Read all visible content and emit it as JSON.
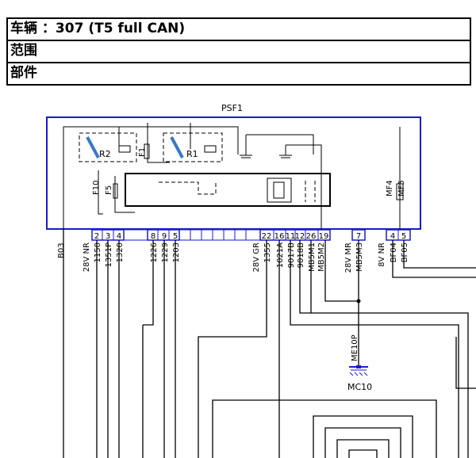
{
  "header": {
    "vehicle": "车辆 ：307 (T5 full CAN)",
    "scope": "范围",
    "parts": "部件"
  },
  "diagram": {
    "module_name": "PSF1",
    "relays": [
      "R2",
      "R1"
    ],
    "fuses": [
      "F1",
      "F10",
      "F5",
      "MF4",
      "MF5"
    ],
    "ground_left": "B03",
    "pin_group_left": {
      "pins": [
        "2",
        "3",
        "4"
      ],
      "voltage": "28V NR",
      "wires": [
        "1150",
        "1351P",
        "1320"
      ]
    },
    "pin_group_mid": {
      "pins": [
        "8",
        "9",
        "5"
      ],
      "wires": [
        "1226",
        "1229",
        "1203"
      ]
    },
    "pin_group_gr": {
      "pins": [
        "22",
        "16",
        "11",
        "12",
        "26",
        "19"
      ],
      "voltage": "28V GR",
      "wires": [
        "1355",
        "1021A",
        "9017B",
        "9018B",
        "MB5M1",
        "MB5M2"
      ]
    },
    "pin_group_mr": {
      "pins": [
        "7"
      ],
      "voltage": "28V MR",
      "wires": [
        "MB5M3"
      ]
    },
    "pin_group_right": {
      "pins": [
        "4",
        "5"
      ],
      "voltage": "8V NR",
      "wires": [
        "BF04",
        "BF05"
      ]
    },
    "ground_point": {
      "label": "ME10P",
      "name": "MC10"
    }
  },
  "colors": {
    "module_border": "#1a1ad0",
    "relay_coil": "#3a78c8"
  }
}
